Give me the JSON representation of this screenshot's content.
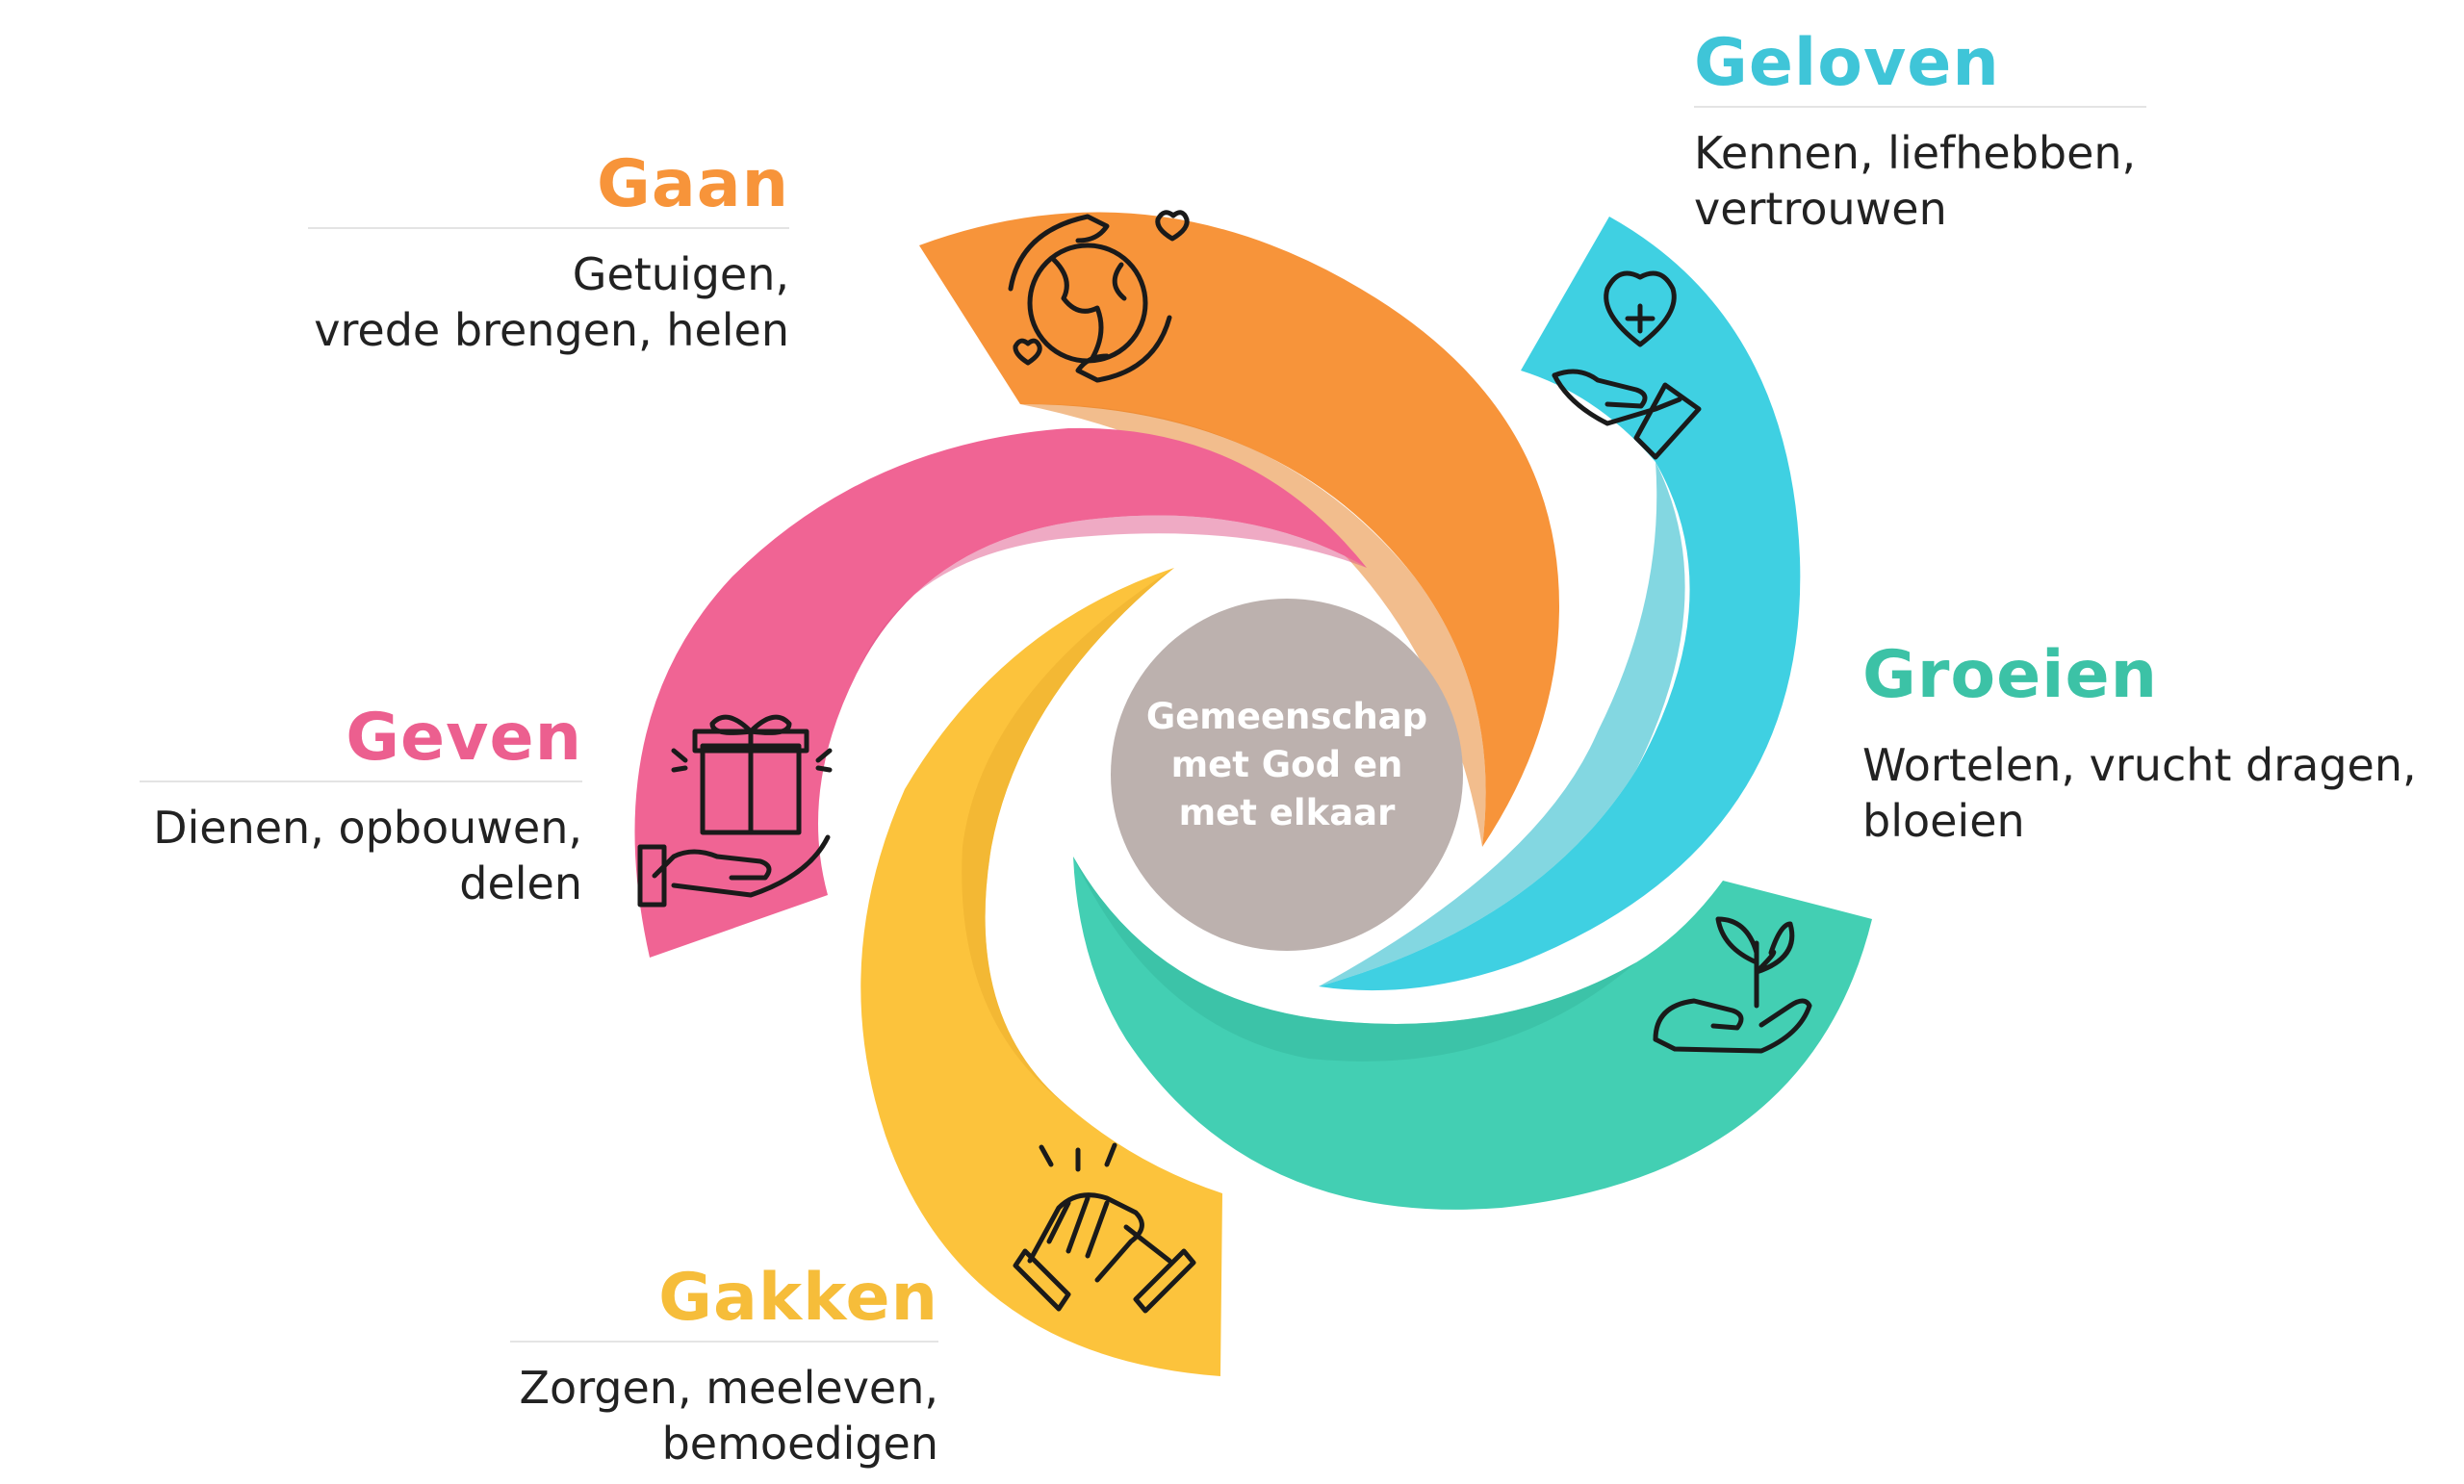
{
  "center": {
    "lines": [
      "Gemeenschap",
      "met God en",
      "met elkaar"
    ],
    "color": "#bcb1ae"
  },
  "segments": [
    {
      "key": "gaan",
      "title": "Gaan",
      "lines": [
        "Getuigen,",
        "vrede brengen, helen"
      ],
      "color": "#f7943a",
      "icon": "hands-holding-globe-icon"
    },
    {
      "key": "geloven",
      "title": "Geloven",
      "lines": [
        "Kennen, liefhebben,",
        "vertrouwen"
      ],
      "color": "#3fd0e2",
      "icon": "hand-holding-heart-icon"
    },
    {
      "key": "groeien",
      "title": "Groeien",
      "lines": [
        "Wortelen,  vrucht dragen,",
        "bloeien"
      ],
      "color": "#43cfb3",
      "icon": "hand-holding-sprout-icon"
    },
    {
      "key": "gakken",
      "title": "Gakken",
      "lines": [
        "Zorgen, meeleven,",
        "bemoedigen"
      ],
      "color": "#fcc33c",
      "icon": "clasped-hands-icon"
    },
    {
      "key": "geven",
      "title": "Geven",
      "lines": [
        "Dienen, opbouwen,",
        "delen"
      ],
      "color": "#f06494",
      "icon": "hand-holding-gift-icon"
    }
  ]
}
